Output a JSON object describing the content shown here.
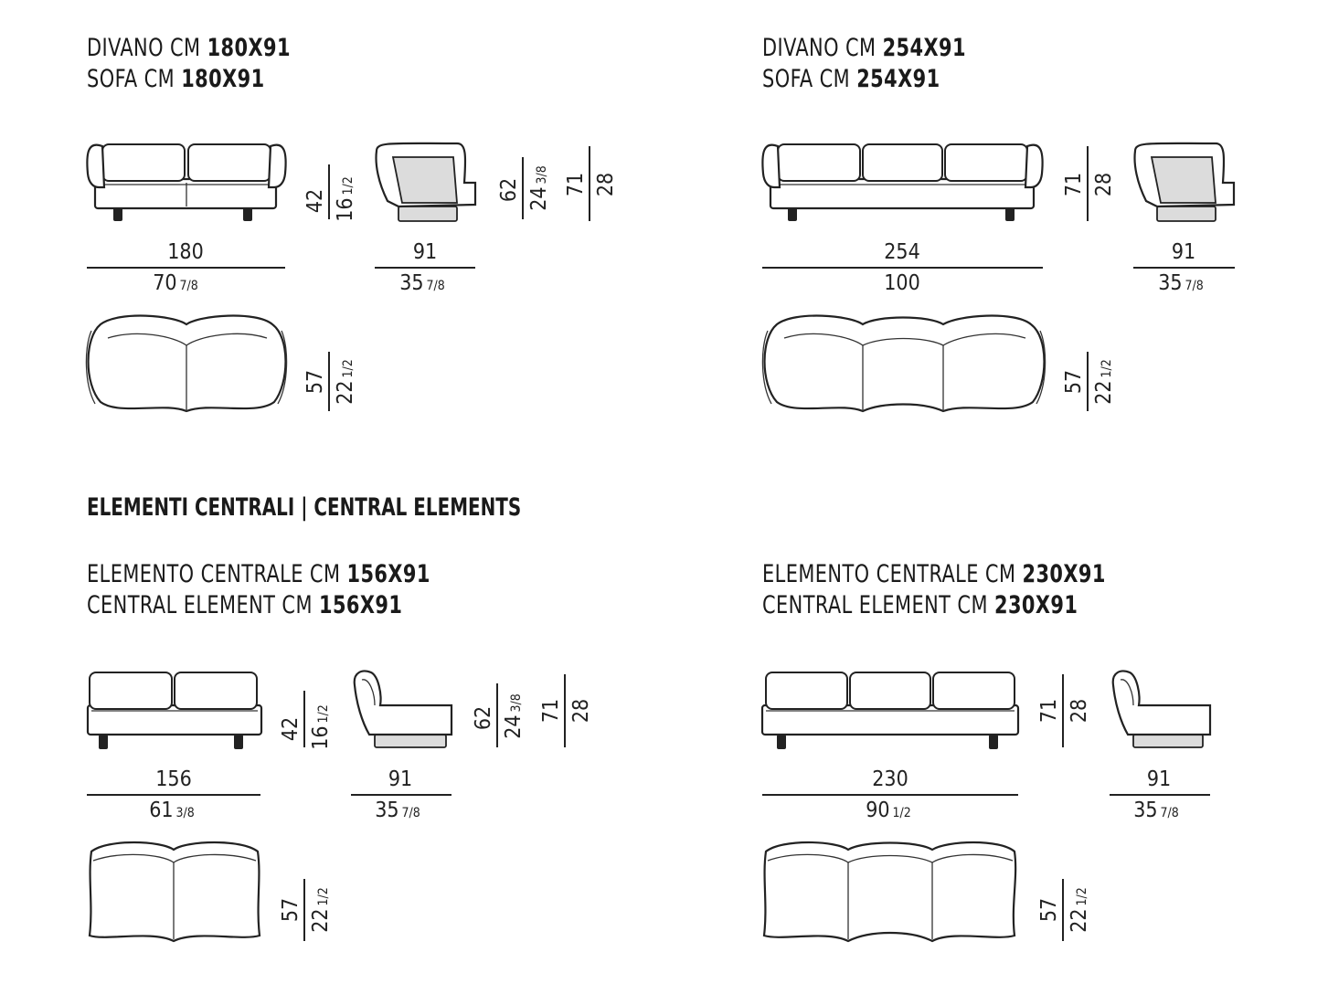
{
  "sofa180": {
    "title_it_prefix": "DIVANO CM ",
    "title_it_size": "180X91",
    "title_en_prefix": "SOFA CM ",
    "title_en_size": "180X91",
    "front_width_cm": "180",
    "front_width_in": "70",
    "front_width_in_frac": "7/8",
    "seat_h_cm": "42",
    "seat_h_in": "16",
    "seat_h_in_frac": "1/2",
    "side_depth_cm": "91",
    "side_depth_in": "35",
    "side_depth_in_frac": "7/8",
    "arm_h_cm": "62",
    "arm_h_in": "24",
    "arm_h_in_frac": "3/8",
    "back_h_cm": "71",
    "back_h_in": "28",
    "top_depth_cm": "57",
    "top_depth_in": "22",
    "top_depth_in_frac": "1/2"
  },
  "sofa254": {
    "title_it_prefix": "DIVANO CM ",
    "title_it_size": "254X91",
    "title_en_prefix": "SOFA CM ",
    "title_en_size": "254X91",
    "front_width_cm": "254",
    "front_width_in": "100",
    "back_h_cm": "71",
    "back_h_in": "28",
    "side_depth_cm": "91",
    "side_depth_in": "35",
    "side_depth_in_frac": "7/8",
    "top_depth_cm": "57",
    "top_depth_in": "22",
    "top_depth_in_frac": "1/2"
  },
  "section_title": "ELEMENTI CENTRALI | CENTRAL ELEMENTS",
  "central156": {
    "title_it_prefix": "ELEMENTO CENTRALE CM ",
    "title_it_size": "156X91",
    "title_en_prefix": "CENTRAL ELEMENT CM ",
    "title_en_size": "156X91",
    "front_width_cm": "156",
    "front_width_in": "61",
    "front_width_in_frac": "3/8",
    "seat_h_cm": "42",
    "seat_h_in": "16",
    "seat_h_in_frac": "1/2",
    "side_depth_cm": "91",
    "side_depth_in": "35",
    "side_depth_in_frac": "7/8",
    "arm_h_cm": "62",
    "arm_h_in": "24",
    "arm_h_in_frac": "3/8",
    "back_h_cm": "71",
    "back_h_in": "28",
    "top_depth_cm": "57",
    "top_depth_in": "22",
    "top_depth_in_frac": "1/2"
  },
  "central230": {
    "title_it_prefix": "ELEMENTO CENTRALE CM ",
    "title_it_size": "230X91",
    "title_en_prefix": "CENTRAL ELEMENT CM ",
    "title_en_size": "230X91",
    "front_width_cm": "230",
    "front_width_in": "90",
    "front_width_in_frac": "1/2",
    "back_h_cm": "71",
    "back_h_in": "28",
    "side_depth_cm": "91",
    "side_depth_in": "35",
    "side_depth_in_frac": "7/8",
    "top_depth_cm": "57",
    "top_depth_in": "22",
    "top_depth_in_frac": "1/2"
  }
}
